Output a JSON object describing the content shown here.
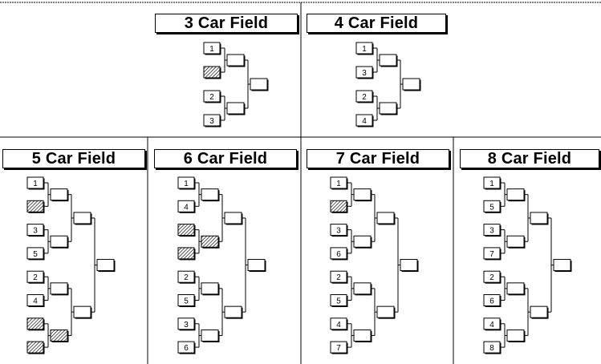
{
  "panels": [
    {
      "title": "3 Car Field",
      "size": 4,
      "seeds": [
        "1",
        "bye",
        "2",
        "3"
      ]
    },
    {
      "title": "4 Car Field",
      "size": 4,
      "seeds": [
        "1",
        "3",
        "2",
        "4"
      ]
    },
    {
      "title": "5 Car Field",
      "size": 8,
      "seeds": [
        "1",
        "bye",
        "3",
        "5",
        "2",
        "4",
        "bye",
        "bye"
      ]
    },
    {
      "title": "6 Car Field",
      "size": 8,
      "seeds": [
        "1",
        "4",
        "bye",
        "bye",
        "2",
        "5",
        "3",
        "6"
      ]
    },
    {
      "title": "7 Car Field",
      "size": 8,
      "seeds": [
        "1",
        "bye",
        "3",
        "6",
        "2",
        "5",
        "4",
        "7"
      ]
    },
    {
      "title": "8 Car Field",
      "size": 8,
      "seeds": [
        "1",
        "5",
        "3",
        "7",
        "2",
        "6",
        "4",
        "8"
      ]
    }
  ],
  "bye_seed_marker": "bye",
  "bye_fill": "hatched",
  "colors": {
    "line": "#000000",
    "box_fill": "#ffffff",
    "hatch": "#000000",
    "page": "#ffffff"
  }
}
